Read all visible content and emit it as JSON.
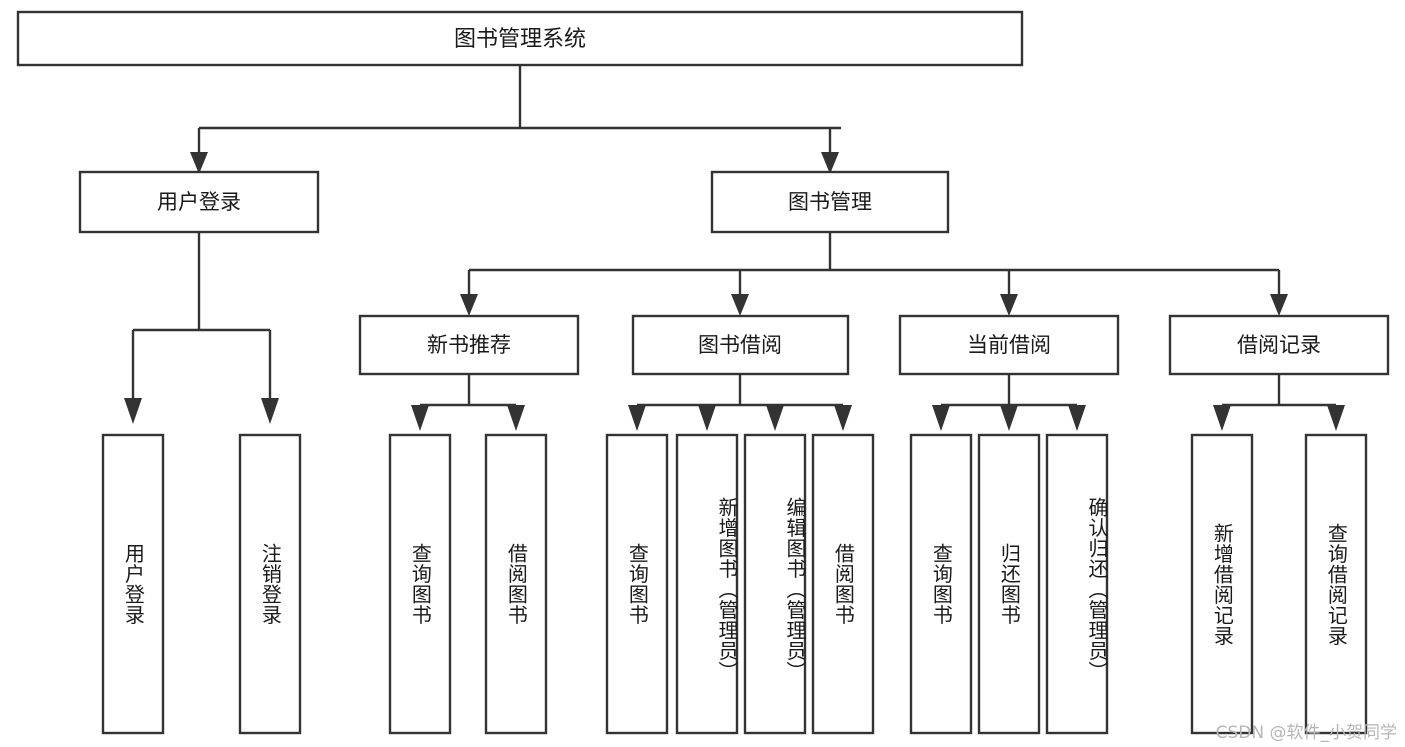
{
  "diagram": {
    "type": "tree-hierarchy",
    "title": "图书管理系统",
    "orientation": "top-down",
    "colors": {
      "box_stroke": "#333333",
      "box_fill": "#ffffff",
      "text": "#1a1a1a",
      "background": "#ffffff",
      "watermark": "#b5b5b5"
    },
    "levels": [
      {
        "level": 1,
        "nodes": [
          {
            "id": "root",
            "label": "图书管理系统",
            "orientation": "horizontal"
          }
        ]
      },
      {
        "level": 2,
        "nodes": [
          {
            "id": "user-login",
            "label": "用户登录",
            "orientation": "horizontal",
            "parent": "root"
          },
          {
            "id": "book-manage",
            "label": "图书管理",
            "orientation": "horizontal",
            "parent": "root"
          }
        ]
      },
      {
        "level": 3,
        "nodes": [
          {
            "id": "new-book-rec",
            "label": "新书推荐",
            "orientation": "horizontal",
            "parent": "book-manage"
          },
          {
            "id": "book-borrow",
            "label": "图书借阅",
            "orientation": "horizontal",
            "parent": "book-manage"
          },
          {
            "id": "current-borrow",
            "label": "当前借阅",
            "orientation": "horizontal",
            "parent": "book-manage"
          },
          {
            "id": "borrow-record",
            "label": "借阅记录",
            "orientation": "horizontal",
            "parent": "book-manage"
          }
        ]
      },
      {
        "level": 4,
        "nodes": [
          {
            "id": "leaf-user-login",
            "label": "用户登录",
            "orientation": "vertical",
            "parent": "user-login"
          },
          {
            "id": "leaf-user-logout",
            "label": "注销登录",
            "orientation": "vertical",
            "parent": "user-login"
          },
          {
            "id": "leaf-query-book-1",
            "label": "查询图书",
            "orientation": "vertical",
            "parent": "new-book-rec"
          },
          {
            "id": "leaf-borrow-book-1",
            "label": "借阅图书",
            "orientation": "vertical",
            "parent": "new-book-rec"
          },
          {
            "id": "leaf-query-book-2",
            "label": "查询图书",
            "orientation": "vertical",
            "parent": "book-borrow"
          },
          {
            "id": "leaf-add-book",
            "label": "新增图书（管理员）",
            "orientation": "vertical",
            "parent": "book-borrow"
          },
          {
            "id": "leaf-edit-book",
            "label": "编辑图书（管理员）",
            "orientation": "vertical",
            "parent": "book-borrow"
          },
          {
            "id": "leaf-borrow-book-2",
            "label": "借阅图书",
            "orientation": "vertical",
            "parent": "book-borrow"
          },
          {
            "id": "leaf-query-book-3",
            "label": "查询图书",
            "orientation": "vertical",
            "parent": "current-borrow"
          },
          {
            "id": "leaf-return-book",
            "label": "归还图书",
            "orientation": "vertical",
            "parent": "current-borrow"
          },
          {
            "id": "leaf-confirm-return",
            "label": "确认归还（管理员）",
            "orientation": "vertical",
            "parent": "current-borrow"
          },
          {
            "id": "leaf-add-record",
            "label": "新增借阅记录",
            "orientation": "vertical",
            "parent": "borrow-record"
          },
          {
            "id": "leaf-query-record",
            "label": "查询借阅记录",
            "orientation": "vertical",
            "parent": "borrow-record"
          }
        ]
      }
    ],
    "watermark": "CSDN @软件_小贺同学"
  }
}
